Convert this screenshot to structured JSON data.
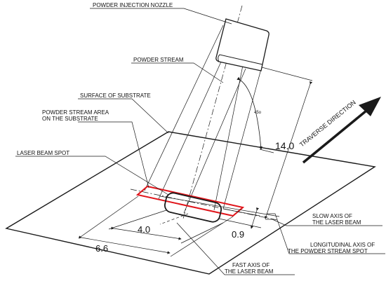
{
  "labels": {
    "nozzle": "POWDER INJECTION NOZZLE",
    "powder_stream": "POWDER STREAM",
    "substrate_surface": "SURFACE OF SUBSTRATE",
    "stream_area_line1": "POWDER STREAM AREA",
    "stream_area_line2": "ON THE SUBSTRATE",
    "laser_spot": "LASER BEAM SPOT",
    "slow_axis_line1": "SLOW AXIS OF",
    "slow_axis_line2": "THE LASER BEAM",
    "long_axis_line1": "LONGITUDINAL AXIS OF",
    "long_axis_line2": "THE POWDER STREAM SPOT",
    "fast_axis_line1": "FAST AXIS OF",
    "fast_axis_line2": "THE LASER BEAM",
    "traverse": "TRAVERSE DIRECTION"
  },
  "dimensions": {
    "height": "14.0",
    "angle": "45o",
    "spot_length": "4.0",
    "stream_length": "6.6",
    "spot_width": "0.9"
  },
  "colors": {
    "line": "#1a1a1a",
    "stream_area": "#e0151b",
    "background": "#ffffff"
  }
}
